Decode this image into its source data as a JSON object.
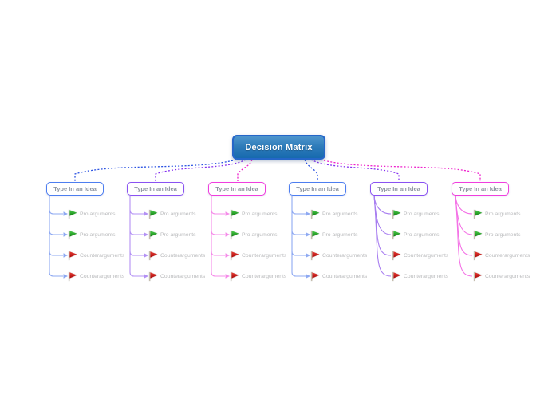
{
  "root": {
    "label": "Decision Matrix"
  },
  "theme": {
    "canvas-bg": "#ffffff",
    "root-bg-top": "#4e95cd",
    "root-bg-bottom": "#176aae",
    "root-border": "#2566c8",
    "root-text": "#ffffff",
    "node-text": "#8f96a1",
    "item-text": "#b9babc",
    "flag-pole": "#c6beae",
    "green-top": "#4ed34e",
    "green-bottom": "#0e7a0e",
    "red-top": "#e83a32",
    "red-bottom": "#a80a0a"
  },
  "branches": [
    {
      "label": "Type In an Idea",
      "border_color": "#4d7ef0",
      "root_link_color": "#2a52e2",
      "child_link_color": "#8ea9f2",
      "connector": "elbow",
      "items": [
        {
          "label": "Pro arguments",
          "flag": "green"
        },
        {
          "label": "Pro arguments",
          "flag": "green"
        },
        {
          "label": "Counterarguments",
          "flag": "red"
        },
        {
          "label": "Counterarguments",
          "flag": "red"
        }
      ]
    },
    {
      "label": "Type In an Idea",
      "border_color": "#8a52f2",
      "root_link_color": "#8430ef",
      "child_link_color": "#b391f4",
      "connector": "elbow",
      "items": [
        {
          "label": "Pro arguments",
          "flag": "green"
        },
        {
          "label": "Pro arguments",
          "flag": "green"
        },
        {
          "label": "Counterarguments",
          "flag": "red"
        },
        {
          "label": "Counterarguments",
          "flag": "red"
        }
      ]
    },
    {
      "label": "Type In an Idea",
      "border_color": "#f03ede",
      "root_link_color": "#ee22cc",
      "child_link_color": "#f58ce9",
      "connector": "elbow",
      "items": [
        {
          "label": "Pro arguments",
          "flag": "green"
        },
        {
          "label": "Pro arguments",
          "flag": "green"
        },
        {
          "label": "Counterarguments",
          "flag": "red"
        },
        {
          "label": "Counterarguments",
          "flag": "red"
        }
      ]
    },
    {
      "label": "Type In an Idea",
      "border_color": "#4d7ef0",
      "root_link_color": "#2a52e2",
      "child_link_color": "#8ea9f2",
      "connector": "elbow",
      "items": [
        {
          "label": "Pro arguments",
          "flag": "green"
        },
        {
          "label": "Pro arguments",
          "flag": "green"
        },
        {
          "label": "Counterarguments",
          "flag": "red"
        },
        {
          "label": "Counterarguments",
          "flag": "red"
        }
      ]
    },
    {
      "label": "Type In an Idea",
      "border_color": "#8a52f2",
      "root_link_color": "#8430ef",
      "child_link_color": "#a87ef0",
      "connector": "curve",
      "items": [
        {
          "label": "Pro arguments",
          "flag": "green"
        },
        {
          "label": "Pro arguments",
          "flag": "green"
        },
        {
          "label": "Counterarguments",
          "flag": "red"
        },
        {
          "label": "Counterarguments",
          "flag": "red"
        }
      ]
    },
    {
      "label": "Type In an Idea",
      "border_color": "#f03ede",
      "root_link_color": "#ee22cc",
      "child_link_color": "#f472e6",
      "connector": "curve",
      "items": [
        {
          "label": "Pro arguments",
          "flag": "green"
        },
        {
          "label": "Pro arguments",
          "flag": "green"
        },
        {
          "label": "Counterarguments",
          "flag": "red"
        },
        {
          "label": "Counterarguments",
          "flag": "red"
        }
      ]
    }
  ]
}
